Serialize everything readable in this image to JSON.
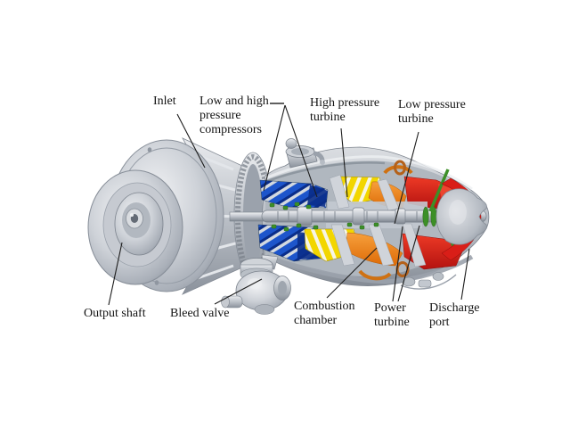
{
  "diagram": {
    "subject": "Gas turbine engine cutaway",
    "labels": {
      "inlet": "Inlet",
      "compressors": "Low and high\npressure\ncompressors",
      "hp_turbine": "High pressure\nturbine",
      "lp_turbine": "Low pressure\nturbine",
      "output_shaft": "Output shaft",
      "bleed_valve": "Bleed valve",
      "combustion_chamber": "Combustion\nchamber",
      "power_turbine": "Power\nturbine",
      "discharge_port": "Discharge\nport"
    },
    "colors": {
      "compressor_blue": "#1d55cb",
      "compressor_dark_blue": "#0a2d89",
      "combustor_yellow": "#f2d600",
      "duct_orange": "#ec7b15",
      "discharge_red": "#d91e18",
      "shaft_green": "#3c8f27",
      "casing_grey": "#c3c8cf",
      "leader_line": "#1c1c1c",
      "background": "#ffffff"
    }
  }
}
